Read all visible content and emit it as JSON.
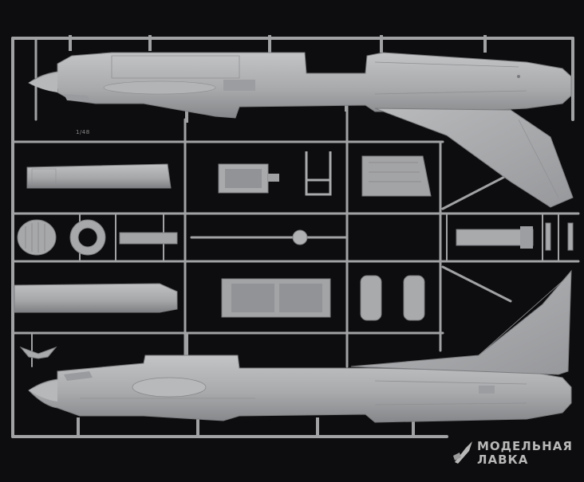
{
  "photo": {
    "subject": "plastic model kit sprue",
    "background_color": "#0d0d0f",
    "plastic_color": "#a7a8aa",
    "part_shadow_color": "#7d7e80",
    "highlight_color": "#c4c5c7"
  },
  "sprue_markings": {
    "brand": "",
    "scale": "1/48"
  },
  "watermark": {
    "line1": "МОДЕЛЬНАЯ",
    "line2": "ЛАВКА",
    "logo": "hobby-knife-logo-icon"
  }
}
